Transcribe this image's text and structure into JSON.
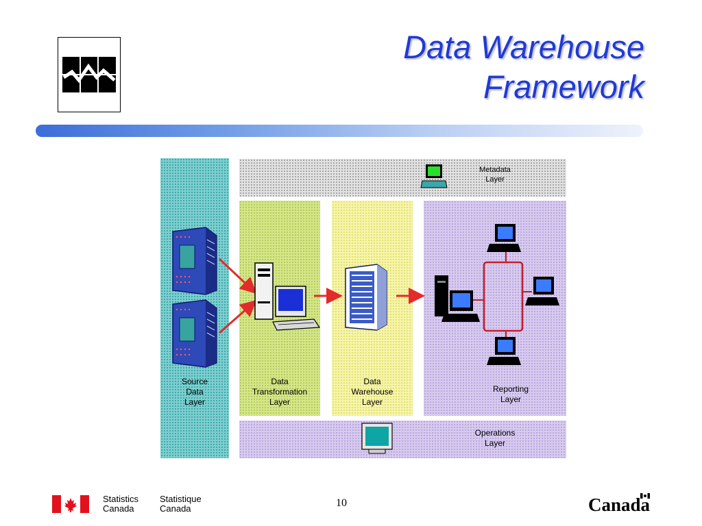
{
  "title": {
    "line1": "Data Warehouse",
    "line2": "Framework"
  },
  "diagram": {
    "layers": {
      "source": "Source\nData\nLayer",
      "transformation": "Data\nTransformation\nLayer",
      "warehouse": "Data\nWarehouse\nLayer",
      "reporting": "Reporting\nLayer",
      "metadata": "Metadata\nLayer",
      "operations": "Operations\nLayer"
    },
    "colors": {
      "source": "#7fcfd0",
      "metadata": "#e2e2e2",
      "transformation": "#d4e789",
      "warehouse": "#f7f5a8",
      "reporting": "#d8cbef",
      "operations": "#d8cbef",
      "arrow": "#e32b2b"
    },
    "icons": {
      "source_servers": "server-tower-icon",
      "transformation": "desktop-computer-icon",
      "warehouse": "rack-server-icon",
      "reporting": "networked-workstations-icon",
      "metadata": "monitor-icon",
      "operations": "monitor-icon"
    }
  },
  "footer": {
    "org_en": "Statistics\nCanada",
    "org_fr": "Statistique\nCanada",
    "page": "10",
    "wordmark": "Canada"
  }
}
